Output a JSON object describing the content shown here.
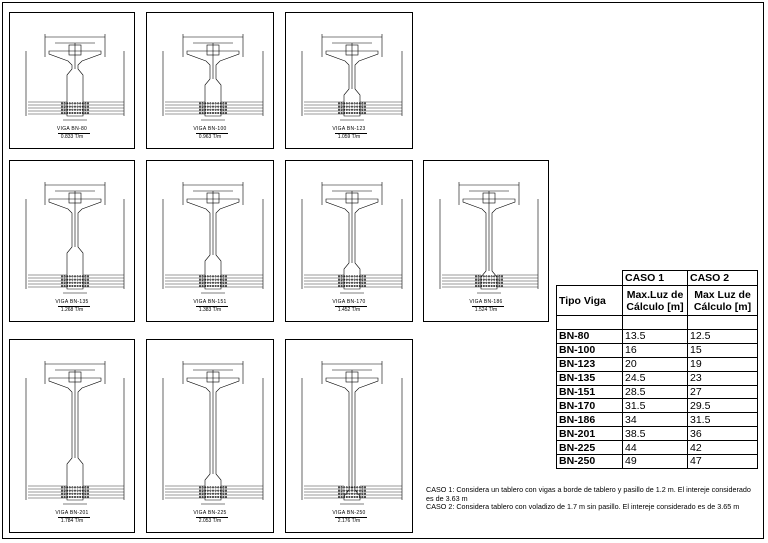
{
  "sections": [
    {
      "name": "VIGA BN-80",
      "weight": "0.833 T/m"
    },
    {
      "name": "VIGA BN-100",
      "weight": "0.963 T/m"
    },
    {
      "name": "VIGA BN-123",
      "weight": "1.059 T/m"
    },
    {
      "name": "VIGA BN-135",
      "weight": "1.268 T/m"
    },
    {
      "name": "VIGA BN-151",
      "weight": "1.383 T/m"
    },
    {
      "name": "VIGA BN-170",
      "weight": "1.452 T/m"
    },
    {
      "name": "VIGA BN-186",
      "weight": "1.524 T/m"
    },
    {
      "name": "VIGA BN-201",
      "weight": "1.784 T/m"
    },
    {
      "name": "VIGA BN-225",
      "weight": "2.053 T/m"
    },
    {
      "name": "VIGA BN-250",
      "weight": "2.176 T/m"
    }
  ],
  "span_table": {
    "header_case1": "CASO 1",
    "header_case2": "CASO 2",
    "header_type": "Tipo Viga",
    "header_case1_sub": "Max.Luz de Cálculo [m]",
    "header_case2_sub": "Max Luz de Cálculo [m]",
    "rows": [
      {
        "beam": "BN-80",
        "case1": "13.5",
        "case2": "12.5"
      },
      {
        "beam": "BN-100",
        "case1": "16",
        "case2": "15"
      },
      {
        "beam": "BN-123",
        "case1": "20",
        "case2": "19"
      },
      {
        "beam": "BN-135",
        "case1": "24.5",
        "case2": "23"
      },
      {
        "beam": "BN-151",
        "case1": "28.5",
        "case2": "27"
      },
      {
        "beam": "BN-170",
        "case1": "31.5",
        "case2": "29.5"
      },
      {
        "beam": "BN-186",
        "case1": "34",
        "case2": "31.5"
      },
      {
        "beam": "BN-201",
        "case1": "38.5",
        "case2": "36"
      },
      {
        "beam": "BN-225",
        "case1": "44",
        "case2": "42"
      },
      {
        "beam": "BN-250",
        "case1": "49",
        "case2": "47"
      }
    ]
  },
  "notes": {
    "case1": "CASO 1: Considera un tablero con vigas a borde de tablero y pasillo de 1.2 m. El intereje considerado es de 3.63 m",
    "case2": "CASO 2:  Considera tablero con voladizo de 1.7 m sin pasillo. El intereje considerado es de 3.65 m"
  }
}
